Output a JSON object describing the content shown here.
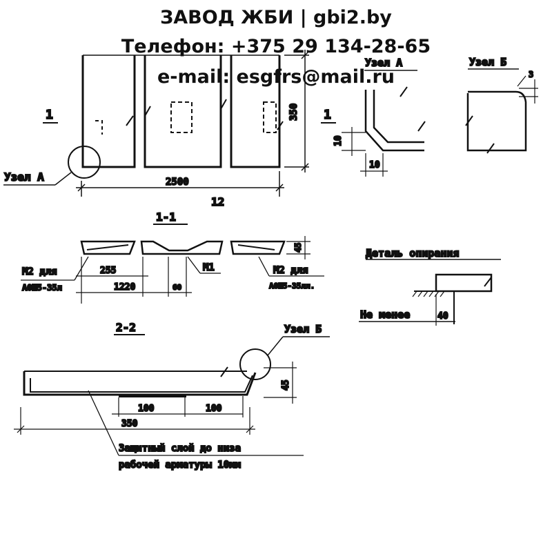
{
  "header": {
    "title": "ЗАВОД ЖБИ | gbi2.by",
    "phone": "Телефон: +375 29 134-28-65",
    "email": "e-mail: esgfrs@mail.ru"
  },
  "drawing": {
    "mark_1_left": "1",
    "mark_1_right": "1",
    "node_a": "Узел А",
    "dim_2500": "2500",
    "dim_12": "12",
    "dim_350_plan": "350",
    "node_a_title": "Узел А",
    "node_b_title": "Узел Б",
    "dim_10a": "10",
    "dim_10b": "10",
    "dim_3": "3",
    "section_1_1": "1-1",
    "m2_left_1": "М2 для",
    "m2_left_2": "А0Ш5-35л",
    "dim_255": "255",
    "dim_1220": "1220",
    "dim_60": "60",
    "m1": "М1",
    "m2_right_1": "М2 для",
    "m2_right_2": "А0Ш5-35лл.",
    "dim_45_sec": "45",
    "support_detail": "Деталь опирания",
    "not_less": "Не менее",
    "dim_40": "40",
    "section_2_2": "2-2",
    "node_b": "Узел Б",
    "dim_100a": "100",
    "dim_100b": "100",
    "dim_350": "350",
    "dim_45": "45",
    "protect_1": "Защитный слой до низа",
    "protect_2": "рабочей арматуры 10мм"
  }
}
